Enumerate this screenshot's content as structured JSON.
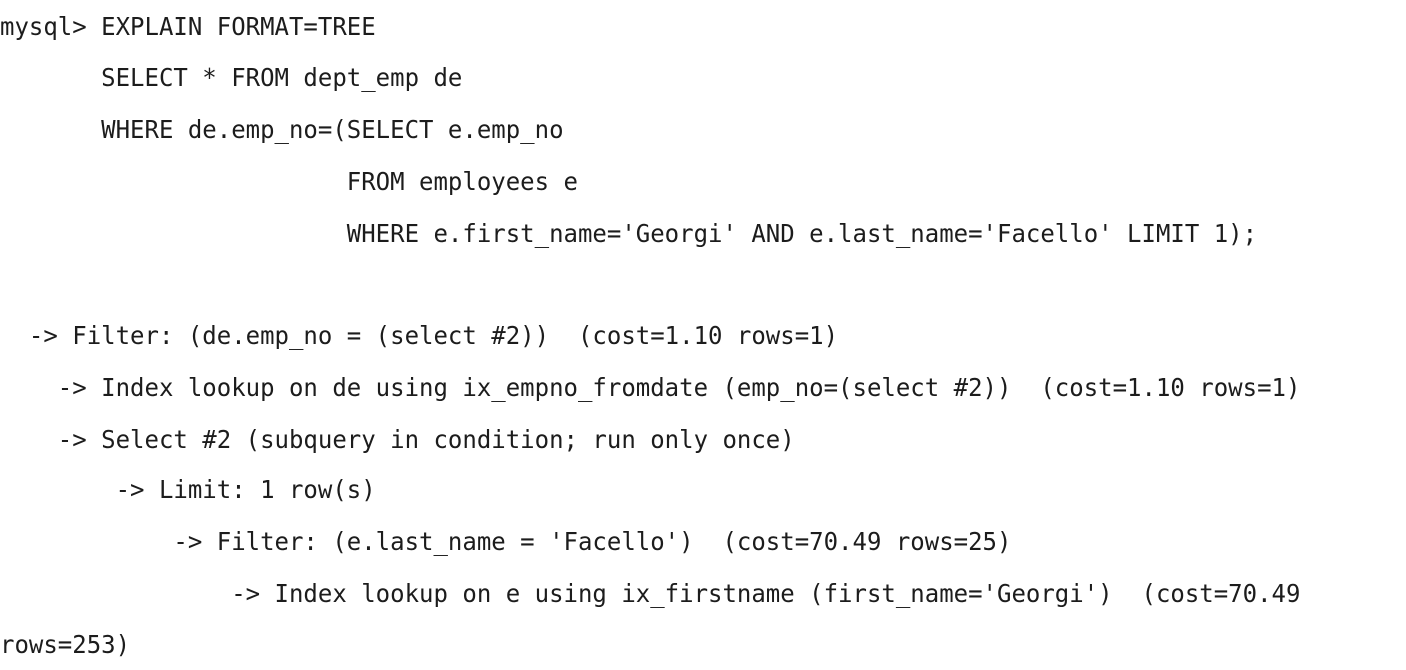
{
  "console": {
    "lines": [
      "mysql> EXPLAIN FORMAT=TREE",
      "       SELECT * FROM dept_emp de",
      "       WHERE de.emp_no=(SELECT e.emp_no",
      "                        FROM employees e",
      "                        WHERE e.first_name='Georgi' AND e.last_name='Facello' LIMIT 1);",
      "  -> Filter: (de.emp_no = (select #2))  (cost=1.10 rows=1)",
      "    -> Index lookup on de using ix_empno_fromdate (emp_no=(select #2))  (cost=1.10 rows=1)",
      "    -> Select #2 (subquery in condition; run only once)",
      "        -> Limit: 1 row(s)",
      "            -> Filter: (e.last_name = 'Facello')  (cost=70.49 rows=25)",
      "                -> Index lookup on e using ix_firstname (first_name='Georgi')  (cost=70.49",
      "rows=253)"
    ]
  }
}
